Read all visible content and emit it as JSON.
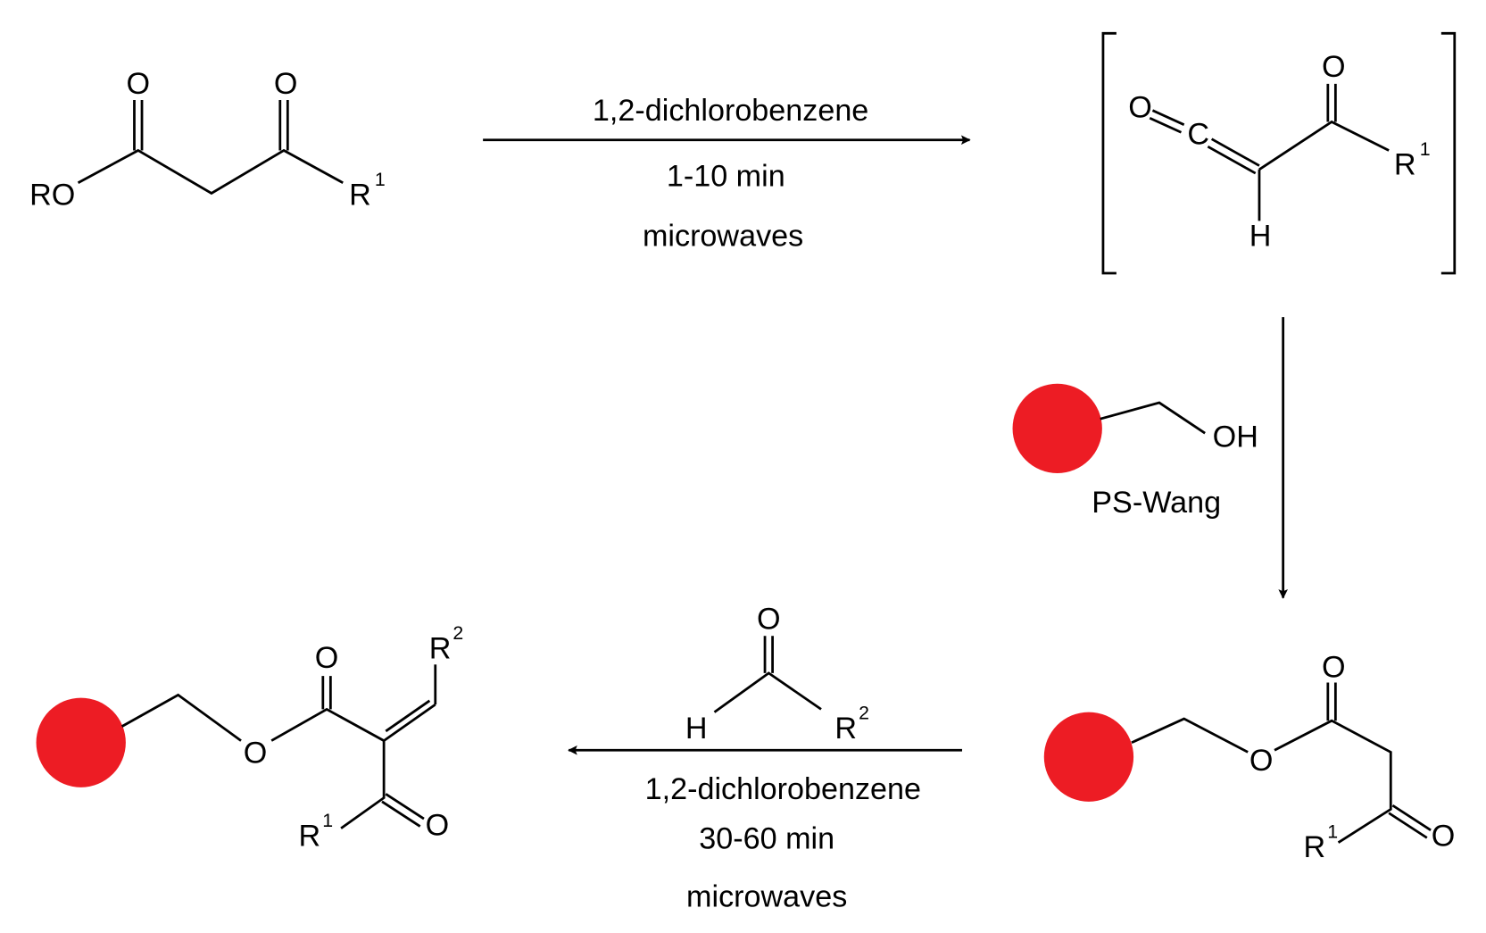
{
  "colors": {
    "resin": "#ed1c24",
    "ink": "#000000"
  },
  "reactant": {
    "ro": "RO",
    "o1": "O",
    "o2": "O",
    "r": "R",
    "r_sup": "1"
  },
  "step1": {
    "solvent": "1,2-dichlorobenzene",
    "time": "1-10 min",
    "conditions": "microwaves"
  },
  "ketene": {
    "o1": "O",
    "c": "C",
    "h": "H",
    "o2": "O",
    "r": "R",
    "r_sup": "1"
  },
  "step2": {
    "oh": "OH",
    "reagent": "PS-Wang"
  },
  "resin_ester": {
    "o_ester": "O",
    "o1": "O",
    "o2": "O",
    "r": "R",
    "r_sup": "1"
  },
  "step3": {
    "o": "O",
    "h": "H",
    "r": "R",
    "r_sup": "2",
    "solvent": "1,2-dichlorobenzene",
    "time": "30-60 min",
    "conditions": "microwaves"
  },
  "product": {
    "o_ester": "O",
    "o1": "O",
    "o2": "O",
    "r1": "R",
    "r1_sup": "1",
    "r2": "R",
    "r2_sup": "2"
  }
}
